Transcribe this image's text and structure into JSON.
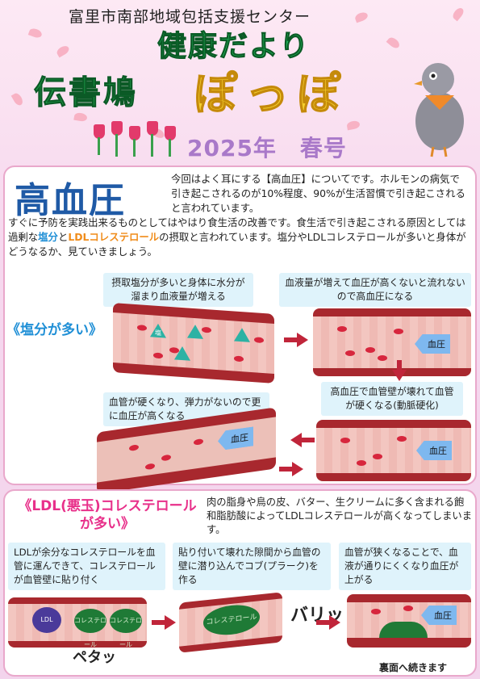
{
  "header": {
    "org": "富里市南部地域包括支援センター",
    "newsletter": "健康だより",
    "pigeon": "伝書鳩",
    "poppo": "ぽっぽ",
    "issue": "2025年　春号"
  },
  "article": {
    "title": "高血圧",
    "intro_a": "今回はよく耳にする【高血圧】についてです。ホルモンの病気で引き起こされるのが10%程度、90%が生活習慣で引き起こされると言われています。",
    "intro_b1": "すぐに予防を実践出来るものとしてはやはり食生活の改善です。食生活で引き起こされる原因としては過剰な",
    "salt_word": "塩分",
    "and": "と",
    "ldl_word": "LDLコレステロール",
    "intro_b2": "の摂取と言われています。塩分やLDLコレステロールが多いと身体がどうなるか、見ていきましょう。"
  },
  "salt": {
    "label": "《塩分が多い》",
    "cap1": "摂取塩分が多いと身体に水分が溜まり血液量が増える",
    "cap2": "血液量が増えて血圧が高くないと流れないので高血圧になる",
    "cap3": "高血圧で血管壁が壊れて血管が硬くなる(動脈硬化)",
    "cap4": "血管が硬くなり、弾力がないので更に血圧が高くなる",
    "salt_mark": "塩",
    "pressure": "血圧"
  },
  "ldl": {
    "label_line1": "《LDL(悪玉)コレステロール",
    "label_line2": "が多い》",
    "text": "肉の脂身や鳥の皮、バター、生クリームに多く含まれる飽和脂肪酸によってLDLコレステロールが高くなってしまいます。",
    "cap1": "LDLが余分なコレステロールを血管に運んできて、コレステロールが血管壁に貼り付く",
    "cap2": "貼り付いて壊れた隙間から血管の壁に潜り込んでコブ(プラーク)を作る",
    "cap3": "血管が狭くなることで、血液が通りにくくなり血圧が上がる",
    "ldl_tag": "LDL",
    "chol": "コレステロール",
    "sfx1": "ペタッ",
    "sfx2": "バリッ",
    "pressure": "血圧"
  },
  "footer": {
    "continue": "裏面へ続きます"
  },
  "colors": {
    "accent_blue": "#1f8fd6",
    "accent_pink": "#e8308a",
    "title_blue": "#1f5aa6",
    "green": "#22b35a",
    "yellow": "#f5cf2d",
    "issue_purple": "#a979c9"
  }
}
